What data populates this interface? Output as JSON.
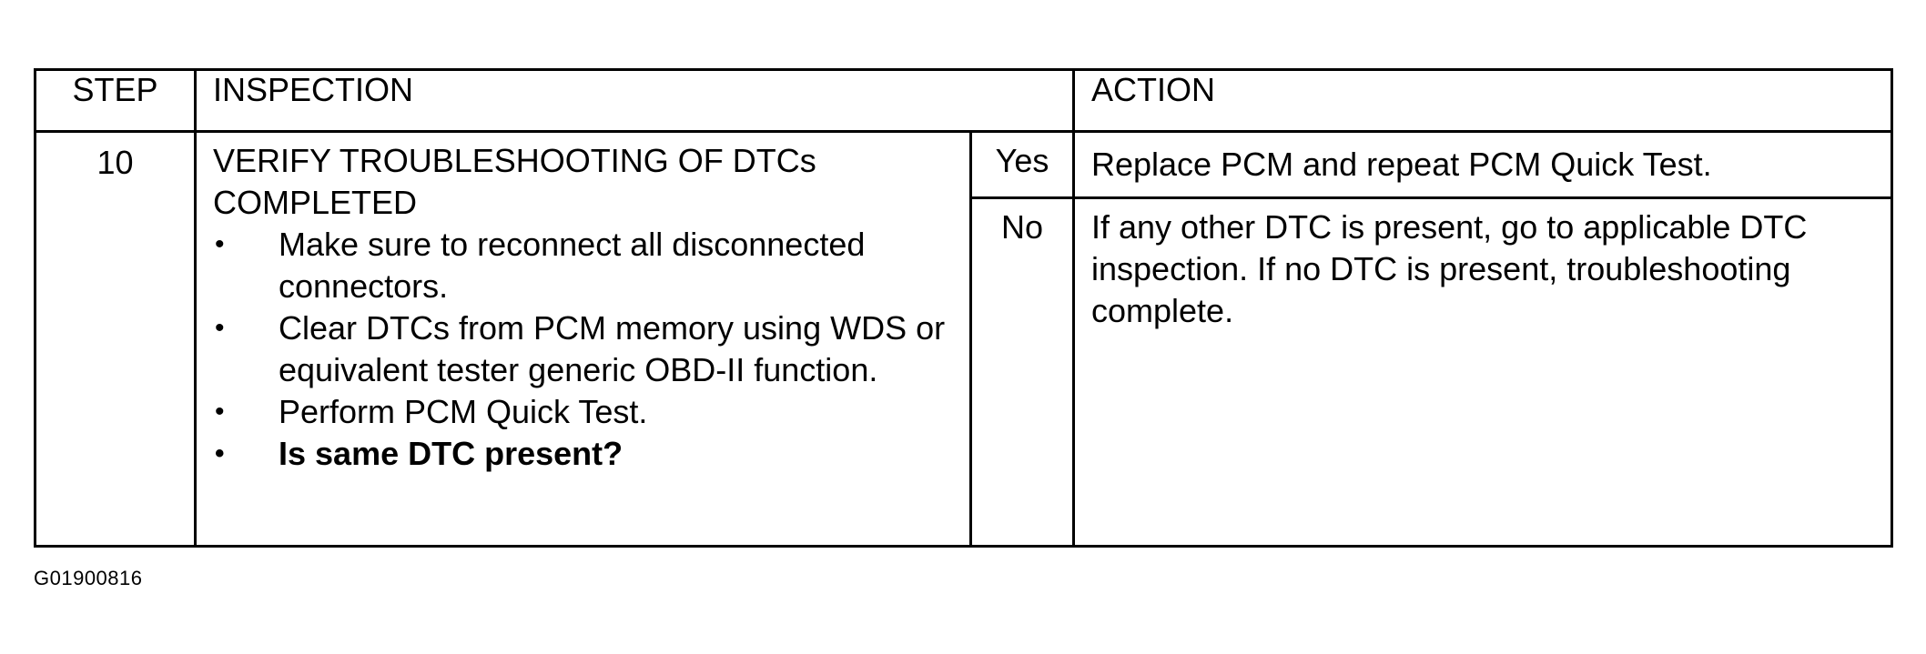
{
  "table": {
    "headers": {
      "step": "STEP",
      "inspection": "INSPECTION",
      "action": "ACTION"
    },
    "row": {
      "step": "10",
      "inspection_title": "VERIFY TROUBLESHOOTING OF DTCs COMPLETED",
      "checks": [
        "Make sure to reconnect all disconnected connectors.",
        "Clear DTCs from PCM memory using WDS or equivalent tester generic OBD-II function.",
        "Perform PCM Quick Test.",
        "Is same DTC present?"
      ],
      "yes_label": "Yes",
      "yes_action": "Replace PCM and repeat PCM Quick Test.",
      "no_label": "No",
      "no_action": "If any other DTC is present, go to applicable DTC inspection. If no DTC is present, troubleshooting complete."
    },
    "bullet_glyph": "•"
  },
  "figure_id": "G01900816"
}
